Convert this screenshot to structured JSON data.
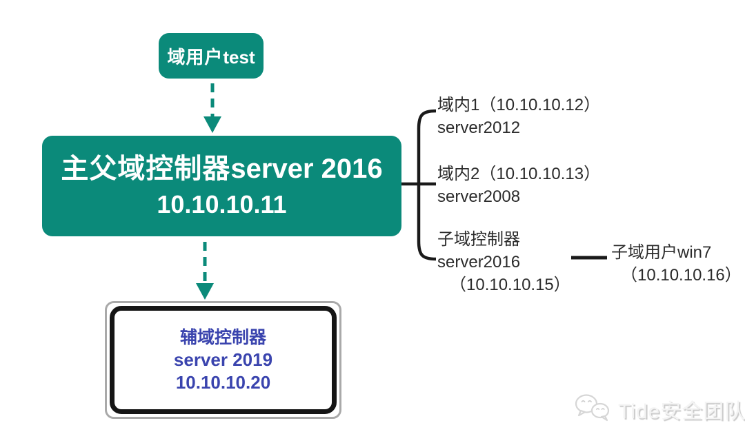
{
  "colors": {
    "teal": "#0b8a7a",
    "line": "#1a1a1a",
    "secondary_text_blue": "#3a44ae",
    "member_text": "#2b2b2b",
    "watermark_gray": "#cfcfcf"
  },
  "top_box": {
    "label_cn": "域用户",
    "label_en": "test"
  },
  "main_box": {
    "title_cn": "主父域控制器",
    "title_en": "server 2016",
    "ip": "10.10.10.11"
  },
  "members": [
    {
      "line1": "域内1（10.10.10.12）",
      "line2": "server2012"
    },
    {
      "line1": "域内2（10.10.10.13）",
      "line2": "server2008"
    },
    {
      "line1": "子域控制器",
      "line2": "server2016",
      "line3": "（10.10.10.15）"
    }
  ],
  "child_user": {
    "line1": "子域用户win7",
    "line2": "（10.10.10.16）"
  },
  "secondary_box": {
    "title": "辅域控制器",
    "server": "server 2019",
    "ip": "10.10.10.20"
  },
  "watermark": {
    "logo": "wechat-icon",
    "text": "Tide安全团队"
  }
}
